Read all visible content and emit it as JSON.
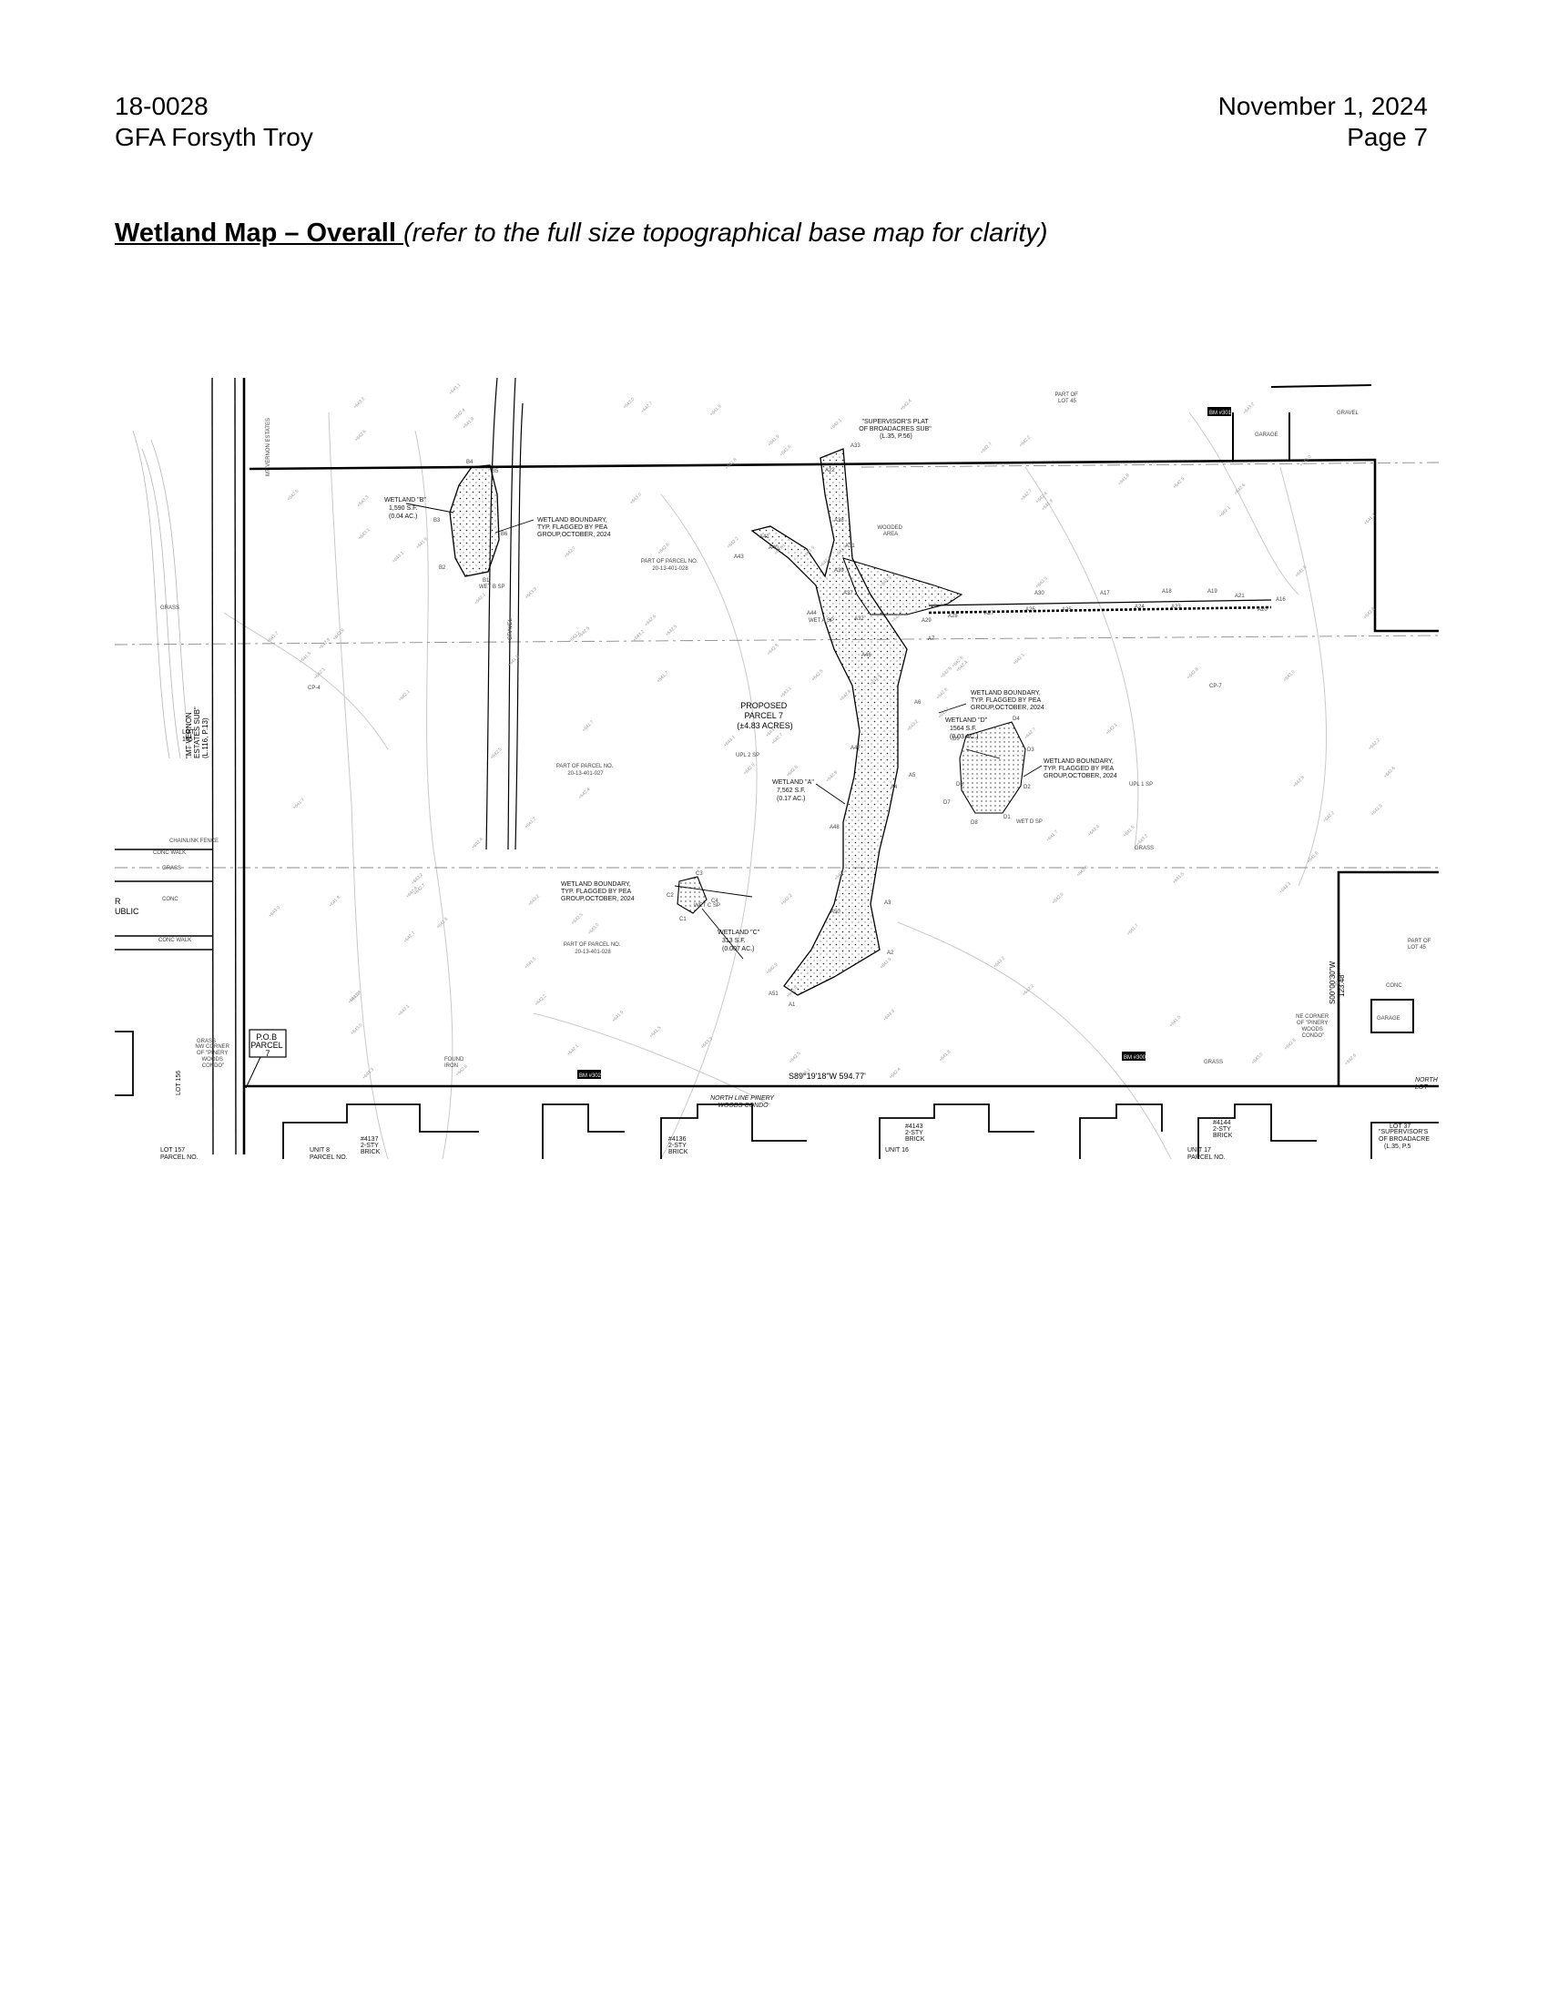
{
  "header": {
    "project_number": "18-0028",
    "project_name": "GFA Forsyth Troy",
    "date": "November 1, 2024",
    "page": "Page  7"
  },
  "section": {
    "title": "Wetland Map – Overall ",
    "note": "(refer to the full size topographical base map for clarity)"
  },
  "map": {
    "proposed_parcel": [
      "PROPOSED",
      "PARCEL 7",
      "(±4.83 ACRES)"
    ],
    "wetlands": [
      {
        "label": [
          "WETLAND \"A\"",
          "7,562 S.F.",
          "(0.17 AC.)"
        ]
      },
      {
        "label": [
          "WETLAND \"B\"",
          "1,590 S.F.",
          "(0.04 AC.)"
        ]
      },
      {
        "label": [
          "WETLAND \"C\"",
          "313 S.F.",
          "(0.007 AC.)"
        ]
      },
      {
        "label": [
          "WETLAND \"D\"",
          "1564 S.F.",
          "(0.03 AC.)"
        ]
      }
    ],
    "boundary_note": [
      "WETLAND BOUNDARY,",
      "TYP. FLAGGED BY PEA",
      "GROUP,OCTOBER, 2024"
    ],
    "parcel_refs": {
      "upper": [
        "PART OF PARCEL NO.",
        "20-13-401-028"
      ],
      "middle": [
        "PART OF PARCEL NO.",
        "20-13-401-027"
      ],
      "lower": [
        "PART OF PARCEL NO.",
        "20-13-401-028"
      ]
    },
    "plat_label": [
      "\"SUPERVISOR'S PLAT",
      "OF BROADACRES SUB\"",
      "(L.35, P.56)"
    ],
    "plat_label_right": [
      "\"SUPERVISOR'S",
      "OF BROADACRE",
      "(L.35, P.5"
    ],
    "bearing_south": "S89°19'18\"W   594.77'",
    "bearing_east": [
      "S00°00'30\"W",
      "123.48'"
    ],
    "north_line": [
      "NORTH LINE PINERY",
      "WOODS CONDO"
    ],
    "pob": [
      "P.O.B",
      "PARCEL",
      "7"
    ],
    "nw_corner": [
      "NW CORNER",
      "OF \"PINERY",
      "WOODS",
      "CONDO\""
    ],
    "ne_corner": [
      "NE CORNER",
      "OF \"PINERY",
      "WOODS",
      "CONDO\""
    ],
    "lots": {
      "lot_155": [
        "LOT",
        "155"
      ],
      "lot_156": "LOT 156",
      "lot_157": [
        "LOT 157",
        "PARCEL NO."
      ],
      "lot_37": "LOT 37",
      "lot_45_top": [
        "PART OF",
        "LOT 45"
      ],
      "lot_45_right": [
        "PART OF",
        "LOT 45"
      ],
      "unit_8": [
        "UNIT 8",
        "PARCEL NO."
      ],
      "unit_16": "UNIT 16",
      "unit_17": [
        "UNIT 17",
        "PARCEL NO."
      ]
    },
    "units": {
      "u4137": [
        "#4137",
        "2-STY",
        "BRICK"
      ],
      "u4136": [
        "#4136",
        "2-STY",
        "BRICK"
      ],
      "u4143": [
        "#4143",
        "2-STY",
        "BRICK"
      ],
      "u4144": [
        "#4144",
        "2-STY",
        "BRICK"
      ]
    },
    "misc": {
      "wooded_area": [
        "WOODED",
        "AREA"
      ],
      "gravel": "GRAVEL",
      "gravel_v": "GRAVEL",
      "garage_top": "GARAGE",
      "garage_right": "GARAGE",
      "grass": "GRASS",
      "conc": "CONC",
      "conc_walk": "CONC WALK",
      "chainlink": "CHAINLINK FENCE",
      "bm_300": "BM #300",
      "bm_301": "BM #301",
      "bm_302": "BM #302",
      "cp4": "CP-4",
      "cp7": "CP-7",
      "upl_1": "UPL 1 SP",
      "upl_2": "UPL 2 SP",
      "wet_a": "WET A SP",
      "wet_b": "WET B SP",
      "wet_c": "WET C SP",
      "wet_d": "WET D SP",
      "mt_vernon": [
        "\"MT VERNON",
        "ESTATES SUB\"",
        "(L.116, P.13)"
      ],
      "lt_vernon": "MT VERNON ESTATES",
      "r_ublic": [
        "R",
        "UBLIC"
      ],
      "north": [
        "NORTH",
        "LOT"
      ],
      "found_iron": [
        "FOUND",
        "IRON"
      ]
    },
    "flags": {
      "A": [
        "A1",
        "A2",
        "A3",
        "A4",
        "A5",
        "A6",
        "A7",
        "A16",
        "A17",
        "A18",
        "A19",
        "A20",
        "A21",
        "A22",
        "A23",
        "A24",
        "A25",
        "A26",
        "A27",
        "A28",
        "A29",
        "A30",
        "A31",
        "A32",
        "A33",
        "A37",
        "A38",
        "A39",
        "A40",
        "A41",
        "A43",
        "A44",
        "A46",
        "A47",
        "A48",
        "A50",
        "A51"
      ],
      "B": [
        "B1",
        "B2",
        "B3",
        "B4",
        "B5",
        "B6"
      ],
      "C": [
        "C1",
        "C2",
        "C3",
        "C4"
      ],
      "D": [
        "D1",
        "D2",
        "D3",
        "D4",
        "D5",
        "D6",
        "D7",
        "D8"
      ]
    },
    "spot_elev": [
      "642.9",
      "643.1",
      "642.7",
      "641.8",
      "642.5",
      "643.0",
      "642.2",
      "641.5",
      "642.4",
      "643.2",
      "641.9",
      "642.6",
      "642.1",
      "641.7",
      "642.8",
      "643.3"
    ]
  }
}
